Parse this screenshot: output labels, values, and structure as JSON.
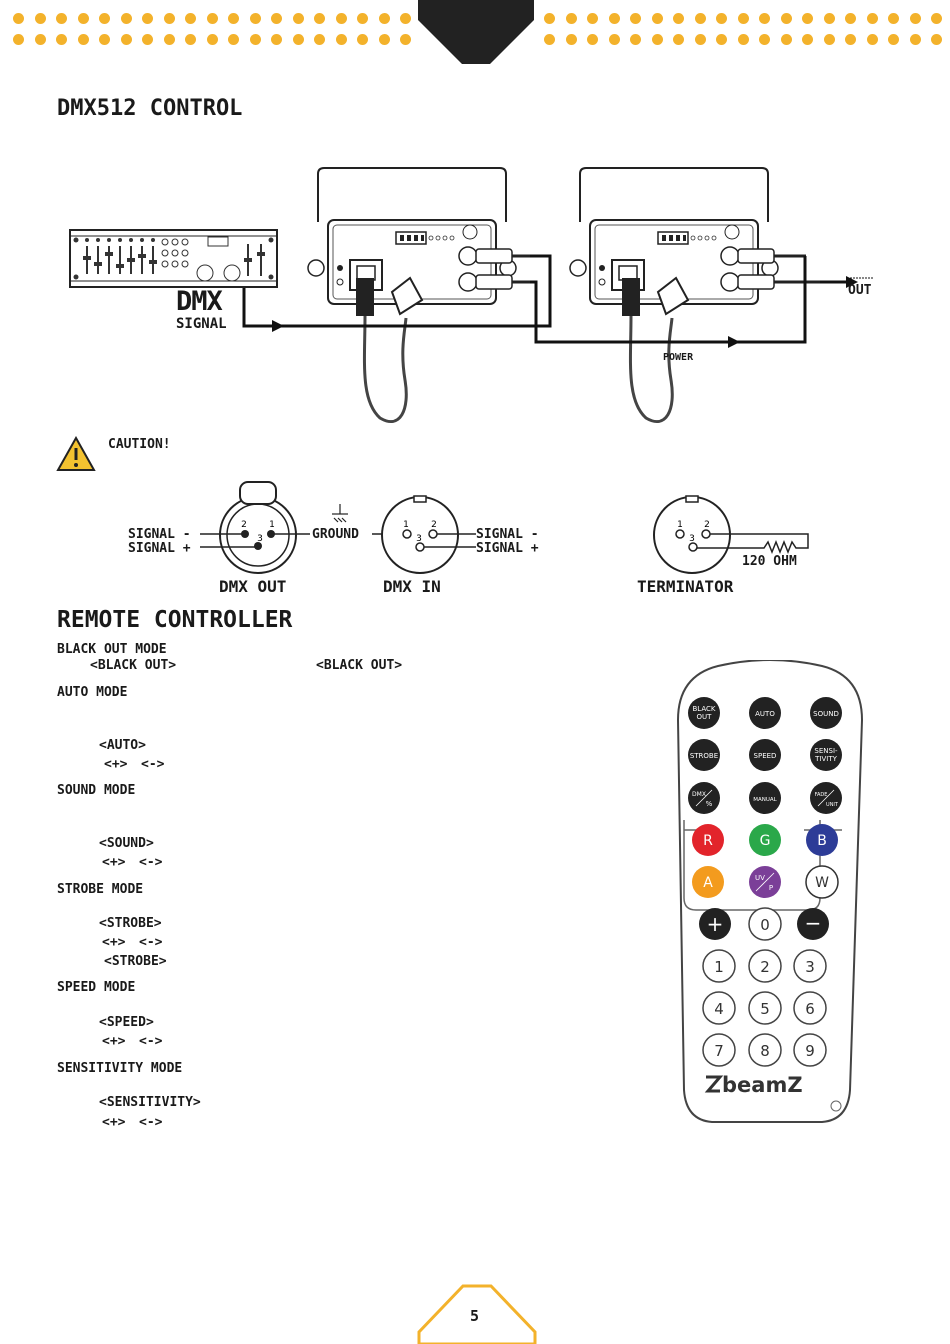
{
  "headings": {
    "dmx_control": "DMX512 CONTROL",
    "remote_controller": "REMOTE CONTROLLER"
  },
  "diagram": {
    "dmx_big": "DMX",
    "signal": "SIGNAL",
    "out": "OUT",
    "power": "POWER"
  },
  "caution": "CAUTION!",
  "xlr": {
    "signal_minus": "SIGNAL -",
    "signal_plus": "SIGNAL +",
    "ground": "GROUND",
    "dmx_out": "DMX OUT",
    "dmx_in": "DMX IN",
    "terminator": "TERMINATOR",
    "ohm": "120 OHM",
    "pins": [
      "1",
      "2",
      "3"
    ]
  },
  "modes": [
    {
      "title": "BLACK OUT MODE",
      "lines": [
        [
          "<BLACK OUT>",
          "<BLACK OUT>"
        ]
      ]
    },
    {
      "title": "AUTO MODE",
      "lines": [
        [
          "<AUTO>"
        ],
        [
          "<+>",
          "<->"
        ]
      ]
    },
    {
      "title": "SOUND MODE",
      "lines": [
        [
          "<SOUND>"
        ],
        [
          "<+>",
          "<->"
        ]
      ]
    },
    {
      "title": "STROBE MODE",
      "lines": [
        [
          "<STROBE>"
        ],
        [
          "<+>",
          "<->"
        ],
        [
          "<STROBE>"
        ]
      ]
    },
    {
      "title": "SPEED MODE",
      "lines": [
        [
          "<SPEED>"
        ],
        [
          "<+>",
          "<->"
        ]
      ]
    },
    {
      "title": "SENSITIVITY MODE",
      "lines": [
        [
          "<SENSITIVITY>"
        ],
        [
          "<+>",
          "<->"
        ]
      ]
    }
  ],
  "remote": {
    "brand": "beamZ",
    "buttons": {
      "black_out_1": "BLACK",
      "black_out_2": "OUT",
      "auto": "AUTO",
      "sound": "SOUND",
      "strobe": "STROBE",
      "speed": "SPEED",
      "sensitivity_1": "SENSI-",
      "sensitivity_2": "TIVITY",
      "dmx": "DMX",
      "dmx_pct": "%",
      "manual": "MANUAL",
      "fade": "FADE",
      "fade_unit": "UNIT",
      "r": "R",
      "g": "G",
      "b": "B",
      "a": "A",
      "uv": "UV",
      "uv_p": "P",
      "w": "W",
      "plus": "+",
      "zero": "0",
      "minus": "−",
      "n1": "1",
      "n2": "2",
      "n3": "3",
      "n4": "4",
      "n5": "5",
      "n6": "6",
      "n7": "7",
      "n8": "8",
      "n9": "9"
    },
    "colors": {
      "r": "#e2242b",
      "g": "#2aa84a",
      "b": "#2d3c97",
      "a": "#f39b1e",
      "uv": "#7b3f98"
    }
  },
  "page_number": "5",
  "accent_color": "#f3b22b"
}
